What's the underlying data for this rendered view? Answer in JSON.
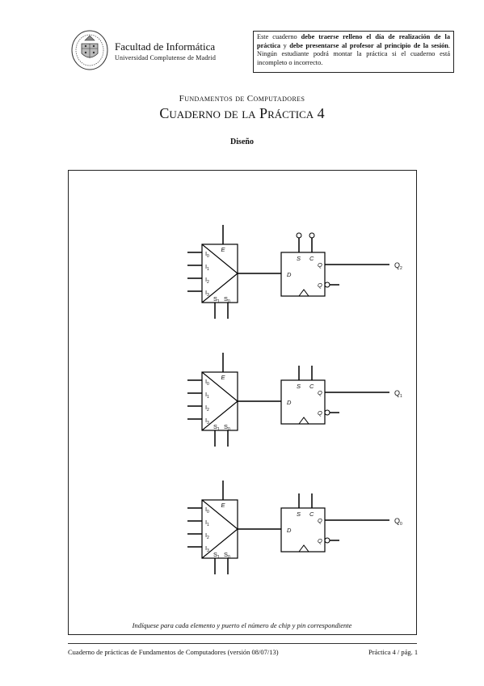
{
  "header": {
    "faculty": "Facultad de Informática",
    "university": "Universidad Complutense de Madrid",
    "notice": {
      "part1": "Este cuaderno ",
      "bold1": "debe traerse relleno el día de realización de la práctica",
      "part2": " y ",
      "bold2": "debe presentarse al profesor al principio de la sesión",
      "part3": ". Ningún estudiante podrá montar la práctica si el cuaderno está incompleto o incorrecto."
    }
  },
  "document": {
    "subject": "Fundamentos de Computadores",
    "title": "Cuaderno de la Práctica 4",
    "section": "Diseño"
  },
  "circuit": {
    "caption": "Indíquese para cada elemento y puerto el número de chip y pin correspondiente",
    "mux_labels": {
      "enable": "E",
      "inputs": [
        "I",
        "I",
        "I",
        "I"
      ],
      "input_subs": [
        "0",
        "1",
        "2",
        "3"
      ],
      "select": [
        "S",
        "S"
      ],
      "select_subs": [
        "1",
        "0"
      ]
    },
    "ff_labels": {
      "set": "S",
      "clear": "C",
      "data": "D",
      "q": "Q",
      "qbar": "Q"
    },
    "stages": [
      {
        "output": "Q",
        "output_sub": "2"
      },
      {
        "output": "Q",
        "output_sub": "1"
      },
      {
        "output": "Q",
        "output_sub": "0"
      }
    ]
  },
  "footer": {
    "left": "Cuaderno de prácticas de Fundamentos de Computadores (versión 08/07/13)",
    "right": "Práctica 4 / pág. 1"
  }
}
